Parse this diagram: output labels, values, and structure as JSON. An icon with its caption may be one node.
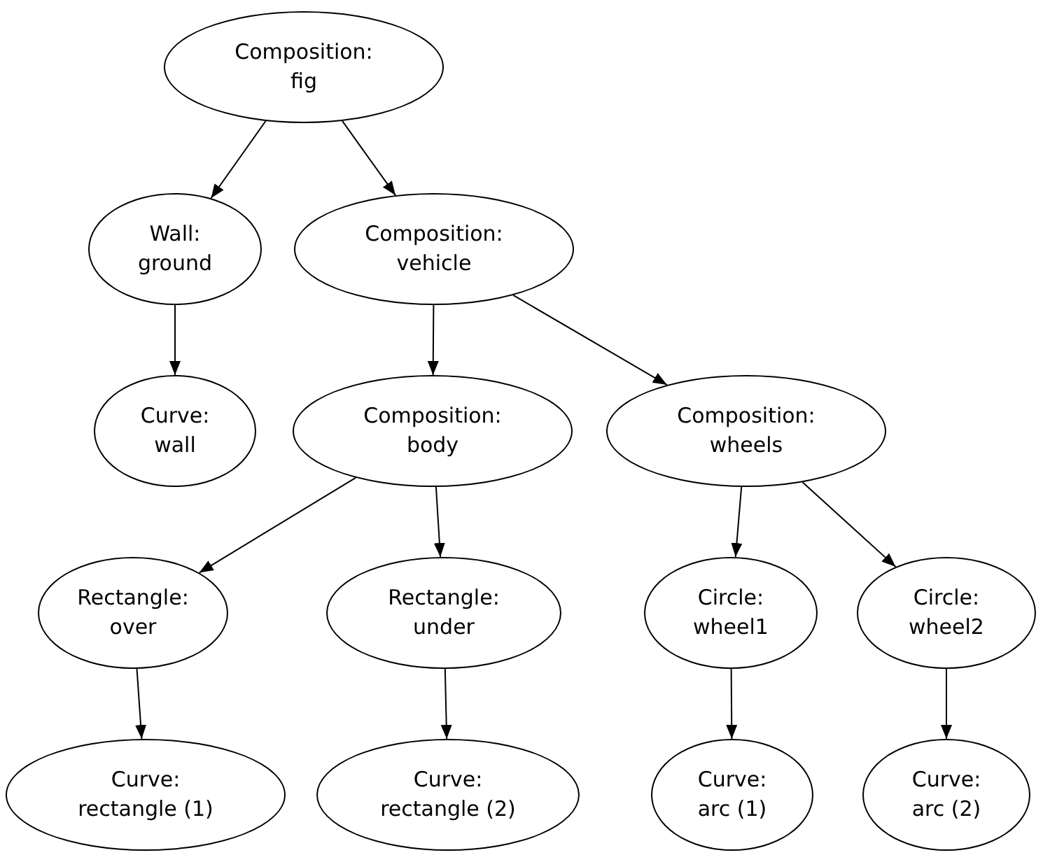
{
  "diagram": {
    "nodes": [
      {
        "text": [
          "Composition:",
          "fig"
        ]
      },
      {
        "text": [
          "Wall:",
          "ground"
        ]
      },
      {
        "text": [
          "Curve:",
          "wall"
        ]
      },
      {
        "text": [
          "Composition:",
          "vehicle"
        ]
      },
      {
        "text": [
          "Composition:",
          "body"
        ]
      },
      {
        "text": [
          "Composition:",
          "wheels"
        ]
      },
      {
        "text": [
          "Rectangle:",
          "over"
        ]
      },
      {
        "text": [
          "Rectangle:",
          "under"
        ]
      },
      {
        "text": [
          "Circle:",
          "wheel1"
        ]
      },
      {
        "text": [
          "Circle:",
          "wheel2"
        ]
      },
      {
        "text": [
          "Curve:",
          "rectangle (1)"
        ]
      },
      {
        "text": [
          "Curve:",
          "rectangle (2)"
        ]
      },
      {
        "text": [
          "Curve:",
          "arc (1)"
        ]
      },
      {
        "text": [
          "Curve:",
          "arc (2)"
        ]
      }
    ],
    "edges": [
      {
        "from": 0,
        "to": 1,
        "arrow": "to"
      },
      {
        "from": 0,
        "to": 3,
        "arrow": "to"
      },
      {
        "from": 1,
        "to": 2,
        "arrow": "to"
      },
      {
        "from": 3,
        "to": 4,
        "arrow": "to"
      },
      {
        "from": 3,
        "to": 5,
        "arrow": "to"
      },
      {
        "from": 4,
        "to": 6,
        "arrow": "to"
      },
      {
        "from": 4,
        "to": 7,
        "arrow": "to"
      },
      {
        "from": 5,
        "to": 8,
        "arrow": "to"
      },
      {
        "from": 5,
        "to": 9,
        "arrow": "to"
      },
      {
        "from": 6,
        "to": 10,
        "arrow": "to"
      },
      {
        "from": 7,
        "to": 11,
        "arrow": "to"
      },
      {
        "from": 8,
        "to": 12,
        "arrow": "to"
      },
      {
        "from": 9,
        "to": 13,
        "arrow": "to"
      }
    ]
  }
}
